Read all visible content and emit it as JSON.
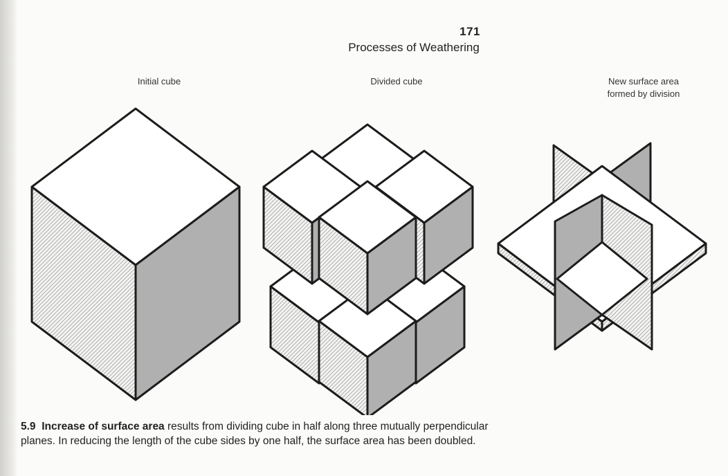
{
  "header": {
    "page_number": "171",
    "running_head": "Processes of Weathering"
  },
  "figure": {
    "panels": [
      {
        "label": "Initial cube"
      },
      {
        "label": "Divided cube"
      },
      {
        "label": "New surface area\nformed by division"
      }
    ],
    "colors": {
      "outline": "#1c1c1c",
      "top_face": "#ffffff",
      "left_face_hatch": "#9a9a9a",
      "right_face_fill": "#b0b0b0"
    }
  },
  "caption": {
    "number": "5.9",
    "title": "Increase of surface area",
    "text": " results from dividing cube in half along three mutually perpendicular planes. In reducing the length of the cube sides by one half, the surface area has been doubled."
  }
}
